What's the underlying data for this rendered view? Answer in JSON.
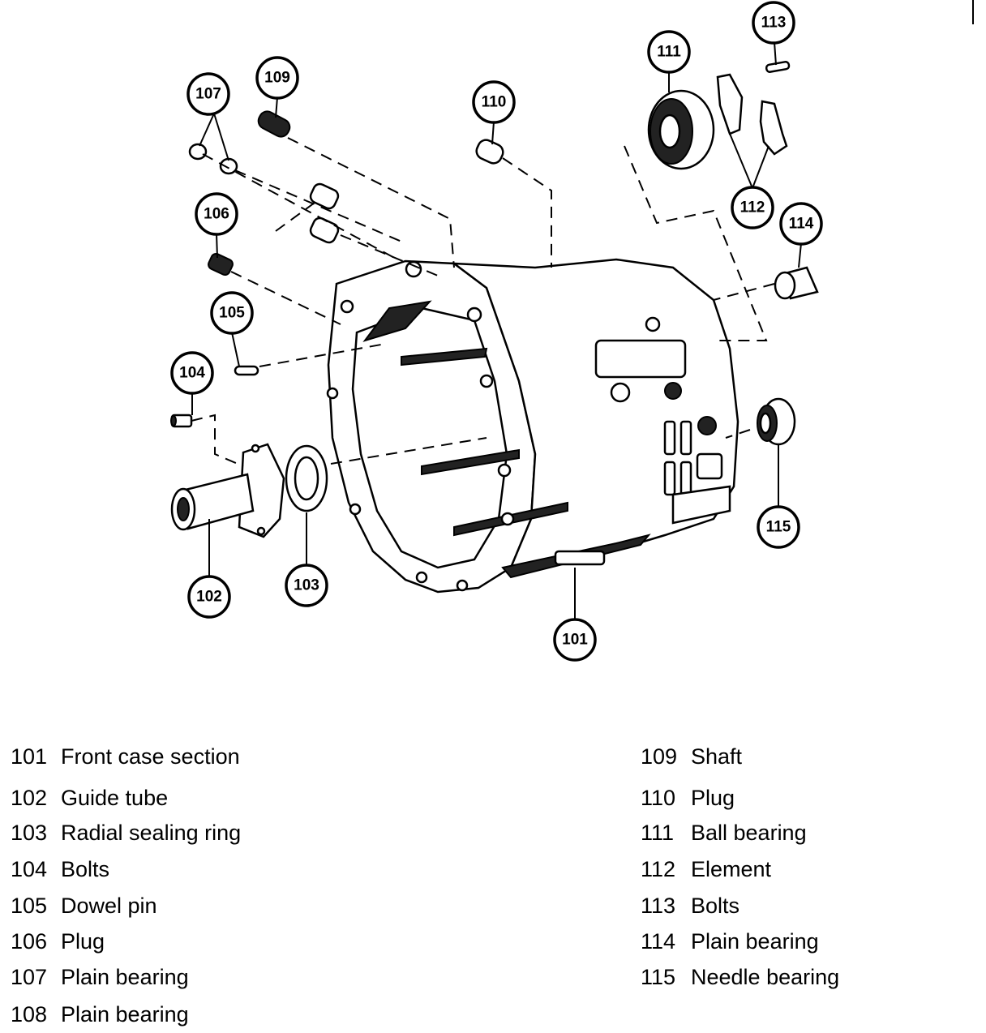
{
  "callouts": [
    {
      "id": "101"
    },
    {
      "id": "102"
    },
    {
      "id": "103"
    },
    {
      "id": "104"
    },
    {
      "id": "105"
    },
    {
      "id": "106"
    },
    {
      "id": "107"
    },
    {
      "id": "109"
    },
    {
      "id": "110"
    },
    {
      "id": "111"
    },
    {
      "id": "112"
    },
    {
      "id": "113"
    },
    {
      "id": "114"
    },
    {
      "id": "115"
    }
  ],
  "legend": {
    "left": [
      {
        "num": "101",
        "label": "Front case section"
      },
      {
        "num": "102",
        "label": "Guide tube"
      },
      {
        "num": "103",
        "label": "Radial sealing ring"
      },
      {
        "num": "104",
        "label": "Bolts"
      },
      {
        "num": "105",
        "label": "Dowel pin"
      },
      {
        "num": "106",
        "label": "Plug"
      },
      {
        "num": "107",
        "label": "Plain bearing"
      },
      {
        "num": "108",
        "label": "Plain bearing"
      }
    ],
    "right": [
      {
        "num": "109",
        "label": "Shaft"
      },
      {
        "num": "110",
        "label": "Plug"
      },
      {
        "num": "111",
        "label": "Ball bearing"
      },
      {
        "num": "112",
        "label": "Element"
      },
      {
        "num": "113",
        "label": "Bolts"
      },
      {
        "num": "114",
        "label": "Plain bearing"
      },
      {
        "num": "115",
        "label": "Needle bearing"
      }
    ]
  }
}
